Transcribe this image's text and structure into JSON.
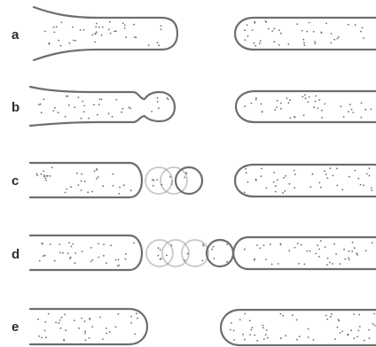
{
  "rows": [
    {
      "label": "a"
    },
    {
      "label": "b"
    },
    {
      "label": "c"
    },
    {
      "label": "d"
    },
    {
      "label": "e"
    }
  ],
  "colors": {
    "outline": "#6e6e6e",
    "dots": "#6a6a6a",
    "label": "#2b2b2b",
    "ghost": "#9a9a9a"
  }
}
